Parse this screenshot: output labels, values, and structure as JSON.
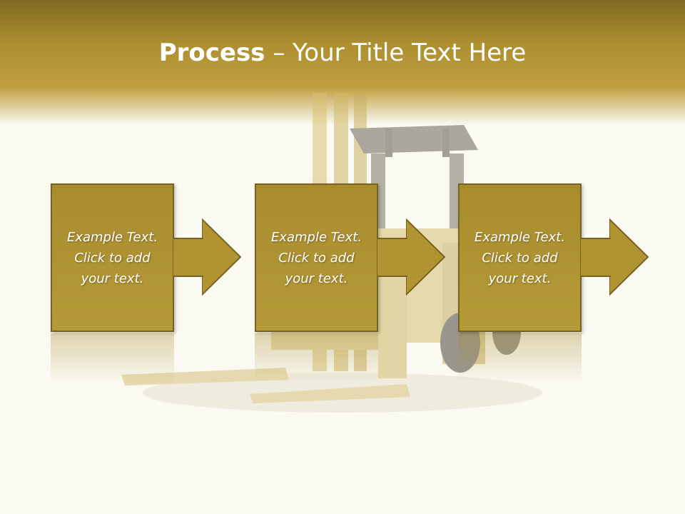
{
  "title": {
    "bold": "Process",
    "rest": " – Your Title Text Here"
  },
  "steps": [
    {
      "text": "Example Text.\nClick  to add\nyour text."
    },
    {
      "text": "Example Text.\nClick  to add\nyour text."
    },
    {
      "text": "Example Text.\nClick  to add\nyour text."
    }
  ],
  "colors": {
    "accent": "#b09432",
    "header_dark": "#7f6a22",
    "border": "#7a6320",
    "background": "#faf9f2"
  }
}
